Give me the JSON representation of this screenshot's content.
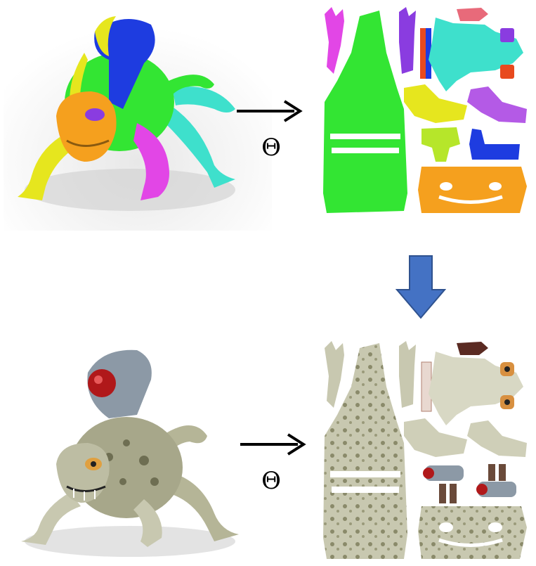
{
  "operator": {
    "top": "Θ",
    "bottom": "Θ"
  },
  "colors": {
    "down_arrow": "#4472C4",
    "uv_green": "#33E533",
    "uv_orange": "#F5A01E",
    "uv_magenta": "#E246E6",
    "uv_purple": "#8A3CE0",
    "uv_cyan": "#3EE0CC",
    "uv_yellow": "#E6E61E",
    "uv_blue": "#1E3CE0",
    "uv_lime": "#B6E62A",
    "uv_pink": "#E86A7A",
    "uv_violet": "#B45AE6",
    "uv_red": "#E84A1E",
    "texture_base": "#C8C8B0",
    "texture_spot": "#8A8A6A",
    "helmet_grey": "#8C99A6",
    "eye_red": "#B0181A"
  },
  "icons": [
    "right-arrow-icon",
    "down-arrow-icon",
    "theta-symbol"
  ]
}
